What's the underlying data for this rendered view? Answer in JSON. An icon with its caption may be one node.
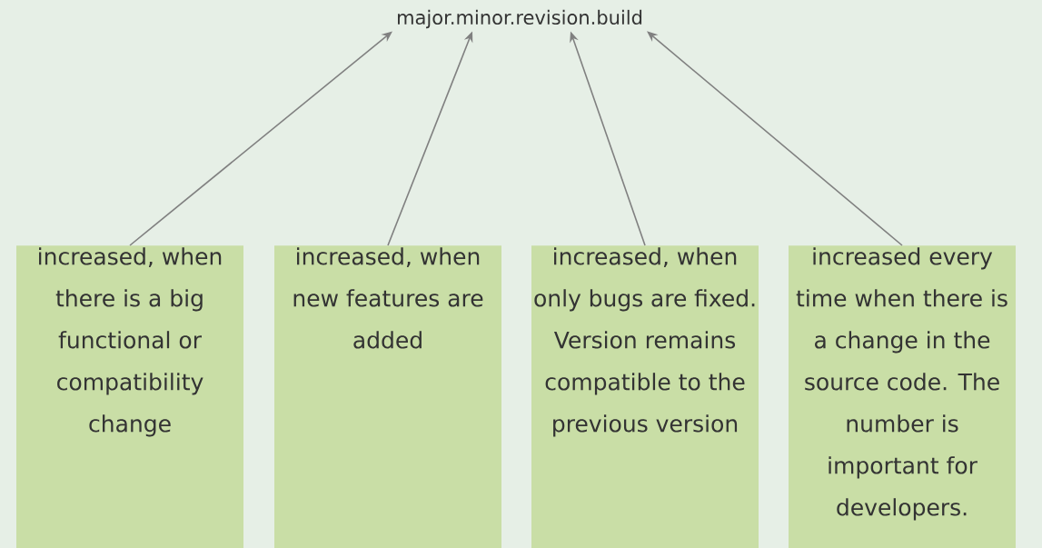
{
  "diagram": {
    "nodes": [
      {
        "text": [
          "major.minor.revision.build"
        ]
      },
      {
        "text": [
          "increased, when there is a big functional or compatibility change"
        ]
      },
      {
        "text": [
          "increased, when new features are added"
        ]
      },
      {
        "text": [
          "increased, when only bugs are fixed. Version remains compatible to the previous version"
        ]
      },
      {
        "text": [
          "increased every time when there is a change in the source code. The number is important for developers."
        ]
      }
    ],
    "edges": [
      {
        "from": 1,
        "to": 0,
        "arrow": "to"
      },
      {
        "from": 2,
        "to": 0,
        "arrow": "to"
      },
      {
        "from": 3,
        "to": 0,
        "arrow": "to"
      },
      {
        "from": 4,
        "to": 0,
        "arrow": "to"
      }
    ]
  }
}
